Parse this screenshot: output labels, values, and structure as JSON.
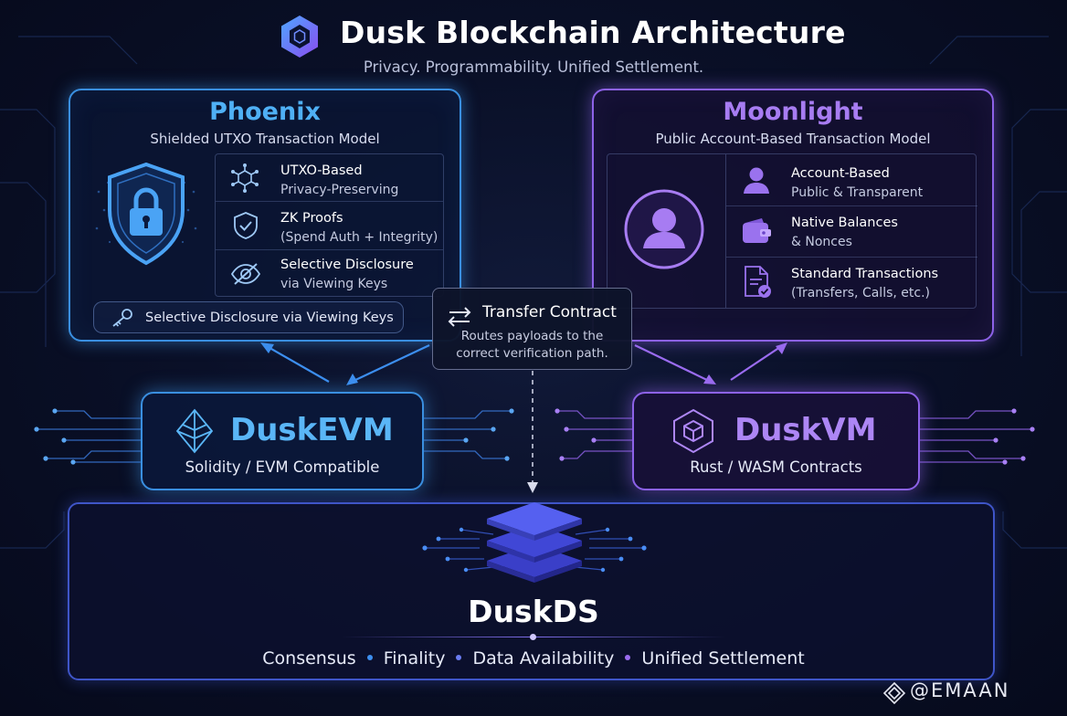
{
  "header": {
    "title": "Dusk Blockchain Architecture",
    "subtitle": "Privacy. Programmability. Unified Settlement."
  },
  "phoenix": {
    "title": "Phoenix",
    "subtitle": "Shielded UTXO Transaction Model",
    "features": [
      {
        "title": "UTXO-Based",
        "sub": "Privacy-Preserving",
        "icon": "nodes-cube-icon"
      },
      {
        "title": "ZK Proofs",
        "sub": "(Spend Auth + Integrity)",
        "icon": "shield-check-icon"
      },
      {
        "title": "Selective Disclosure",
        "sub": "via Viewing Keys",
        "icon": "eye-slash-icon"
      }
    ],
    "pill_label": "Selective Disclosure via Viewing Keys"
  },
  "moonlight": {
    "title": "Moonlight",
    "subtitle": "Public Account-Based Transaction Model",
    "features": [
      {
        "title": "Account-Based",
        "sub": "Public & Transparent",
        "icon": "user-icon"
      },
      {
        "title": "Native Balances",
        "sub": "& Nonces",
        "icon": "wallet-icon"
      },
      {
        "title": "Standard Transactions",
        "sub": "(Transfers, Calls, etc.)",
        "icon": "document-check-icon"
      }
    ]
  },
  "transfer": {
    "title": "Transfer Contract",
    "desc_line1": "Routes payloads to the",
    "desc_line2": "correct verification path."
  },
  "dusk_evm": {
    "name": "DuskEVM",
    "sub": "Solidity / EVM Compatible"
  },
  "dusk_vm": {
    "name": "DuskVM",
    "sub": "Rust / WASM Contracts"
  },
  "dusk_ds": {
    "name": "DuskDS",
    "items": [
      "Consensus",
      "Finality",
      "Data Availability",
      "Unified Settlement"
    ]
  },
  "watermark": "@EMAAN",
  "colors": {
    "phoenix_blue": "#3a8fe0",
    "moonlight_purple": "#8d62e8",
    "ds_indigo": "#3f55c8",
    "dot_blue": "#3d8ff0",
    "dot_purple": "#9b6cf0"
  }
}
